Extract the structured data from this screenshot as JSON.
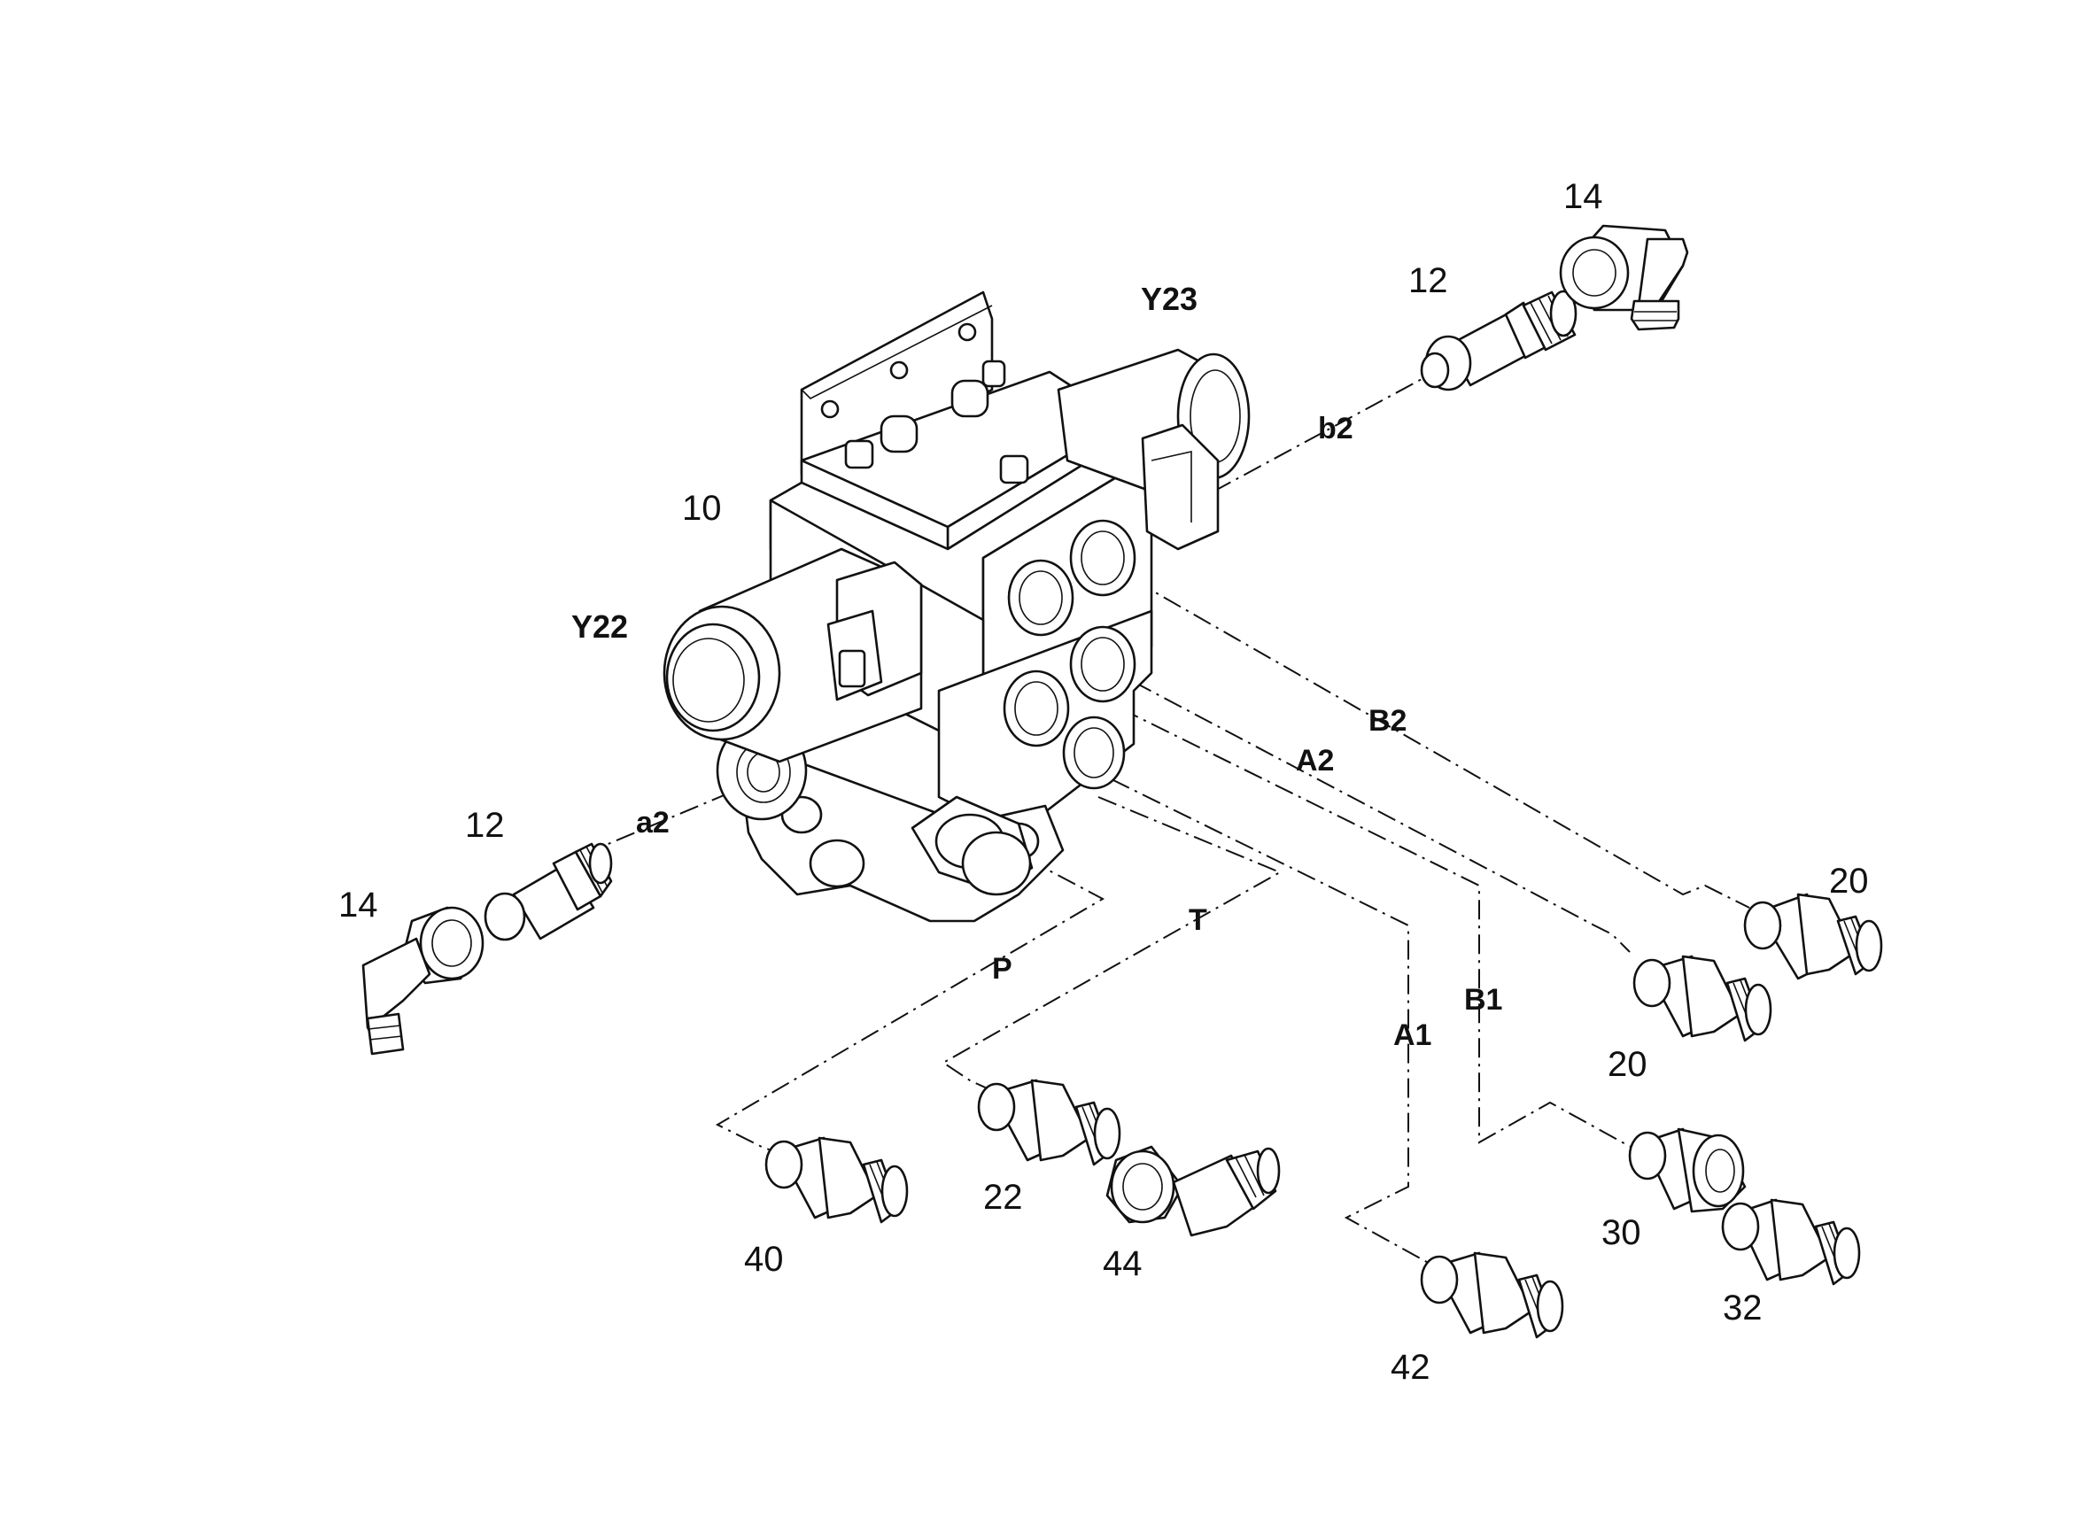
{
  "diagram": {
    "callouts": {
      "c10": "10",
      "c12_top": "12",
      "c14_top": "14",
      "c12_left": "12",
      "c14_left": "14",
      "c20_a": "20",
      "c20_b": "20",
      "c22": "22",
      "c30": "30",
      "c32": "32",
      "c40": "40",
      "c42": "42",
      "c44": "44"
    },
    "coils": {
      "y22": "Y22",
      "y23": "Y23"
    },
    "ports": {
      "b2": "b2",
      "a2": "a2",
      "B2": "B2",
      "A2": "A2",
      "B1": "B1",
      "A1": "A1",
      "P": "P",
      "T": "T"
    }
  }
}
